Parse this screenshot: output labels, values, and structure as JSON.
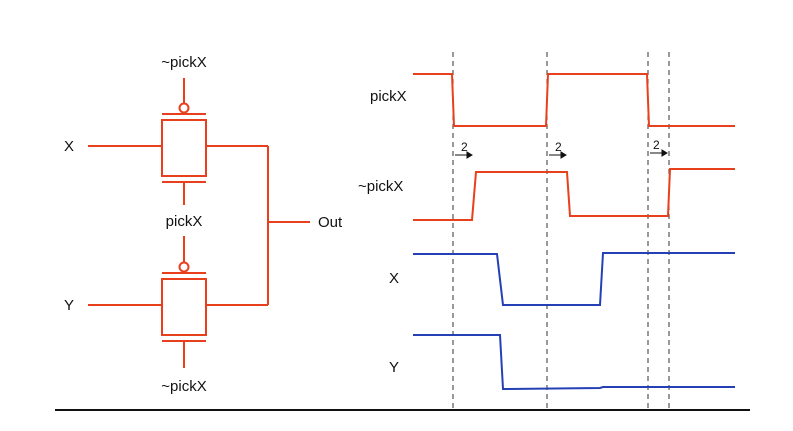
{
  "colors": {
    "circuit": "#e8401c",
    "signal_red": "#e8401c",
    "signal_blue": "#2540b5",
    "text": "#111111",
    "guide": "#333333"
  },
  "circuit": {
    "top_gate_label": "~pickX",
    "middle_label": "pickX",
    "bottom_gate_label": "~pickX",
    "input_x": "X",
    "input_y": "Y",
    "output": "Out"
  },
  "waveforms": {
    "signals": [
      {
        "name": "pickX",
        "color": "red"
      },
      {
        "name": "~pickX",
        "color": "red"
      },
      {
        "name": "X",
        "color": "blue"
      },
      {
        "name": "Y",
        "color": "blue"
      }
    ],
    "delays": [
      "2",
      "2",
      "2"
    ]
  }
}
